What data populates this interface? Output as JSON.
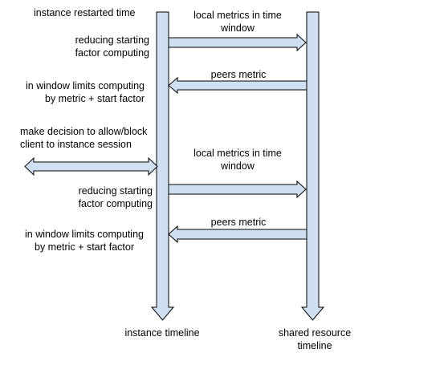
{
  "labels": {
    "instance_restarted": "instance restarted time",
    "local_metrics_1": [
      "local metrics in time",
      "window"
    ],
    "reducing_1": [
      "reducing starting",
      "factor computing"
    ],
    "peers_metric_1": "peers metric",
    "limits_1": [
      "in window limits computing",
      "by metric + start factor"
    ],
    "decision": [
      "make decision to allow/block",
      "client to instance session"
    ],
    "local_metrics_2": [
      "local metrics in time",
      "window"
    ],
    "reducing_2": [
      "reducing starting",
      "factor computing"
    ],
    "peers_metric_2": "peers metric",
    "limits_2": [
      "in window limits computing",
      "by metric + start factor"
    ],
    "instance_timeline": "instance timeline",
    "shared_resource_timeline": [
      "shared resource",
      "timeline"
    ]
  },
  "colors": {
    "fill": "#cfe0f3",
    "stroke": "#000000"
  }
}
